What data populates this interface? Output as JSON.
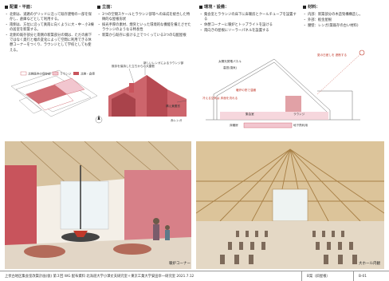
{
  "sections": {
    "layout": {
      "title": "配置・平面：",
      "items": [
        "北側は、道路のグリッドに沿って既存建物の一部を保存し、倉庫などとして利用する。",
        "南側は、方位に沿って真南に向くように大・中・小3棟の居室を新築する。",
        "北側の既存部分と南側の新築部分の間は、ただの廊下ではなく奥行と幅の変化によって空間に利用できる休憩コーナーをつくり、ラウンジとして学校としても使える。"
      ],
      "legend": [
        "北側既存の保存部",
        "ラウンジ",
        "北側・倉庫"
      ]
    },
    "elevation": {
      "title": "立面：",
      "items": [
        "3つの空間スケールとラウンジ部等への床成を統合した特徴的な屋根形状",
        "採光手厚の素材、煙突といった環境的な機能を備えさせたラウンジのようなる特長性",
        "新築から既存に抜ける上でつくっている3つの勾配屋根"
      ],
      "labels": [
        "構え兼置窓",
        "赤レンガ",
        "既存を保持した立ちからの大屋根",
        "新しいレンガによるラウンジ部"
      ]
    },
    "environment": {
      "title": "環境・設備：",
      "items": [
        "集会室とラウンジの床下に床暖房とクールチューブを設置する",
        "休憩コーナーに暖炉とトップライトを設ける",
        "南向きの屋根にソーラーパネルを設置する"
      ],
      "labels": [
        "太陽光発電パネル",
        "高窓(換気)",
        "暖炉の熱で温暖",
        "ラウンジ",
        "集会室",
        "床暖房",
        "地下熱利用",
        "冷える空気は 床面を流れる",
        "夏の日差しを 遮断する"
      ]
    },
    "materials": {
      "title": "材料：",
      "items": [
        "内部：新築部分の木造架構構造し。",
        "外部：板金屋根",
        "腰壁：レンガ(築既存の古い材料)"
      ]
    }
  },
  "photos": {
    "left_caption": "暖炉コーナー",
    "right_caption": "大ホール内観"
  },
  "footer": {
    "title": "上伏古地区集会室改築計画(仮) 第３回 WG 配布資料  北海道大学小澤丈夫研究室＋東京工業大学安田幸一研究室  2021.7.12",
    "cell1": "B案（斜屋根）",
    "cell2": "B-01"
  },
  "colors": {
    "lounge_red": "#c8545c",
    "highlight_pink": "#f2c6cf",
    "wood": "#c9a366",
    "accent_red": "#c0392b"
  }
}
